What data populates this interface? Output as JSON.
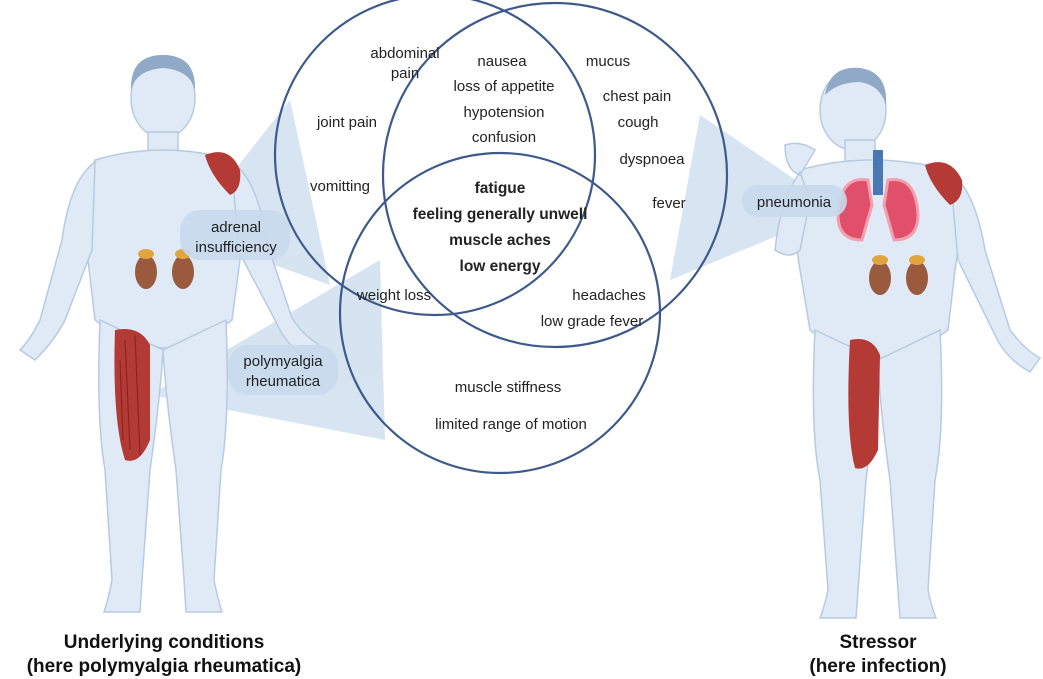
{
  "regions": {
    "top_left_only": [
      "abdominal",
      "pain",
      "joint pain",
      "vomitting"
    ],
    "top_overlap_only": [
      "nausea",
      "loss of appetite",
      "hypotension",
      "confusion"
    ],
    "top_right_only": [
      "mucus",
      "chest pain",
      "cough",
      "dyspnoea",
      "fever"
    ],
    "center_all": [
      "fatigue",
      "feeling generally unwell",
      "muscle aches",
      "low energy"
    ],
    "left_bottom_overlap": [
      "weight loss"
    ],
    "right_bottom_overlap": [
      "headaches",
      "low grade fever"
    ],
    "bottom_only": [
      "muscle stiffness",
      "limited range of motion"
    ]
  },
  "callouts": {
    "adrenal": [
      "adrenal",
      "insufficiency"
    ],
    "polymyalgia": [
      "polymyalgia",
      "rheumatica"
    ],
    "pneumonia": "pneumonia"
  },
  "captions": {
    "left": [
      "Underlying conditions",
      "(here polymyalgia rheumatica)"
    ],
    "right": [
      "Stressor",
      "(here infection)"
    ]
  },
  "colors": {
    "circle_stroke": "#3d5a8a",
    "body_fill": "#dfeaf6",
    "body_stroke": "#b7cbe0",
    "muscle": "#b33a35",
    "kidney": "#9a5a3e",
    "lung": "#e0506a",
    "callout_fill": "#c8d9ec"
  }
}
